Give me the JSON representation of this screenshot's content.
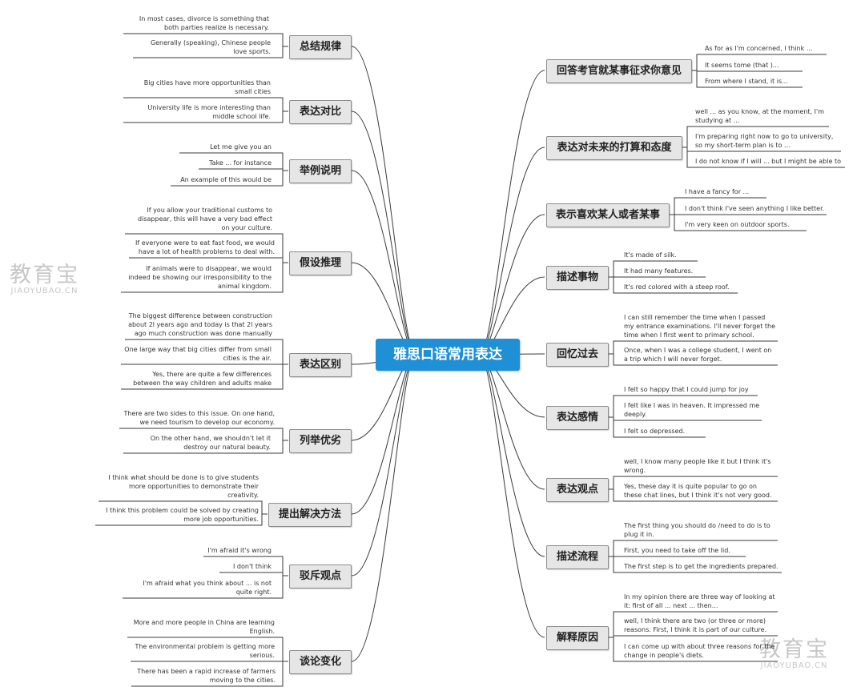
{
  "center": {
    "title": "雅思口语常用表达"
  },
  "left": [
    {
      "label": "总结规律",
      "leaves": [
        "In most cases, divorce is something that both parties realize is necessary.",
        "Generally (speaking), Chinese people love sports."
      ]
    },
    {
      "label": "表达对比",
      "leaves": [
        "Big cities have more opportunities than small cities",
        "University life is more interesting than middle school life."
      ]
    },
    {
      "label": "举例说明",
      "leaves": [
        "Let me give you an example",
        "Take ... for instance ...",
        "An example of this would be ..."
      ]
    },
    {
      "label": "假设推理",
      "leaves": [
        "If you allow your traditional customs to disappear, this will have a very bad effect on your culture.",
        "If everyone were to eat fast food, we would have a lot of health problems to deal with.",
        "If animals were to disappear, we would indeed be showing our irresponsibility to the animal kingdom."
      ]
    },
    {
      "label": "表达区别",
      "leaves": [
        "The biggest difference between construction about 2l years ago and today is that 2l years ago much construction was done manually",
        "One large way that big cities differ from small cities is the air.",
        "Yes, there are quite a few differences between the way children and adults make friends."
      ]
    },
    {
      "label": "列举优劣",
      "leaves": [
        "There are two sides to this issue. On one hand, we need tourism to develop our economy.",
        "On the other hand, we shouldn't let it destroy our natural beauty."
      ]
    },
    {
      "label": "提出解决方法",
      "leaves": [
        "I think what should be done is to give students more opportunities to demonstrate their creativity.",
        "I think this problem could be solved by creating more job opportunities."
      ]
    },
    {
      "label": "驳斥观点",
      "leaves": [
        "I'm afraid it's wrong",
        "I don't think so.",
        "I'm afraid what you think about ... is not quite right."
      ]
    },
    {
      "label": "谈论变化",
      "leaves": [
        "More and more people in China are learning English.",
        "The environmental problem is getting more serious.",
        "There has been a rapid increase of farmers moving to the cities."
      ]
    }
  ],
  "right": [
    {
      "label": "回答考官就某事征求你意见",
      "leaves": [
        "As for as I'm concerned, I think ...",
        "It seems tome (that )...",
        "From where I stand, it is..."
      ]
    },
    {
      "label": "表达对未来的打算和态度",
      "leaves": [
        "well ... as you know, at the moment, I'm studying at ...",
        "I'm preparing right now to go to university, so my short-term plan is to ...",
        "I do not know if I will ... but I might be able to ..."
      ]
    },
    {
      "label": "表示喜欢某人或者某事",
      "leaves": [
        "I have a fancy for ...",
        "I don't think I've seen anything I like better.",
        "I'm very keen on outdoor sports."
      ]
    },
    {
      "label": "描述事物",
      "leaves": [
        "It's made of silk.",
        "It had many features.",
        "It's red colored with a steep roof."
      ]
    },
    {
      "label": "回忆过去",
      "leaves": [
        "I can still remember the time when I passed my entrance examinations. I'll never forget the time when I first went to primary school.",
        "Once, when I was a college student, I went on a trip which I will never forget."
      ]
    },
    {
      "label": "表达感情",
      "leaves": [
        "I felt so happy that I could jump for joy",
        "I felt like I was in heaven. It impressed me deeply.",
        "I felt so depressed."
      ]
    },
    {
      "label": "表达观点",
      "leaves": [
        "well, I know many people like it but I think it's wrong.",
        "Yes, these day it is quite popular to go on these chat lines, but I think it's not very good."
      ]
    },
    {
      "label": "描述流程",
      "leaves": [
        "The first thing you should do /need to do is to plug it in.",
        "First, you need to take off the lid.",
        "The first step is to get the ingredients prepared."
      ]
    },
    {
      "label": "解释原因",
      "leaves": [
        "In my opinion there are three way of looking at it: first of all ... next ... then...",
        "well, I think there are two (or three or more) reasons. First, I think it is part of our culture.",
        "I can come up with about three reasons for the change in people's diets."
      ]
    }
  ],
  "watermark": {
    "cn": "教育宝",
    "en": "JIAOYUBAO.CN"
  },
  "colors": {
    "central": "#1f8fd6",
    "topic_bg": "#e6e6e6",
    "line": "#3a3a3a",
    "watermark": "#c7c7c7"
  }
}
